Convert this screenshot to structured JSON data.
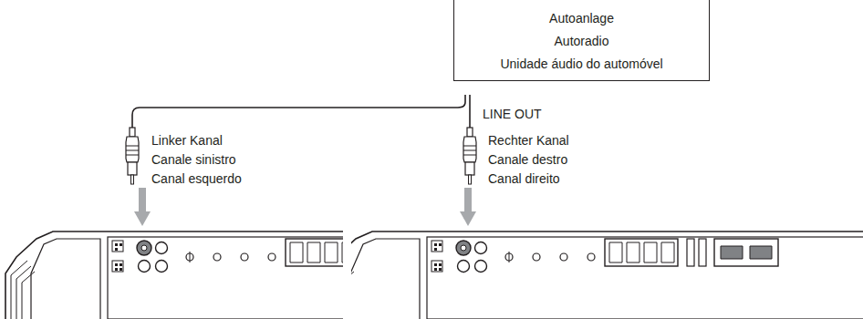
{
  "diagram": {
    "nodes": [
      {
        "text": [
          "Autoanlage",
          "Autoradio",
          "Unidade áudio do automóvel"
        ]
      }
    ],
    "labels": [
      "LINE OUT",
      "Linker Kanal",
      "Canale sinistro",
      "Canal esquerdo",
      "Rechter Kanal",
      "Canale destro",
      "Canal direito"
    ]
  }
}
